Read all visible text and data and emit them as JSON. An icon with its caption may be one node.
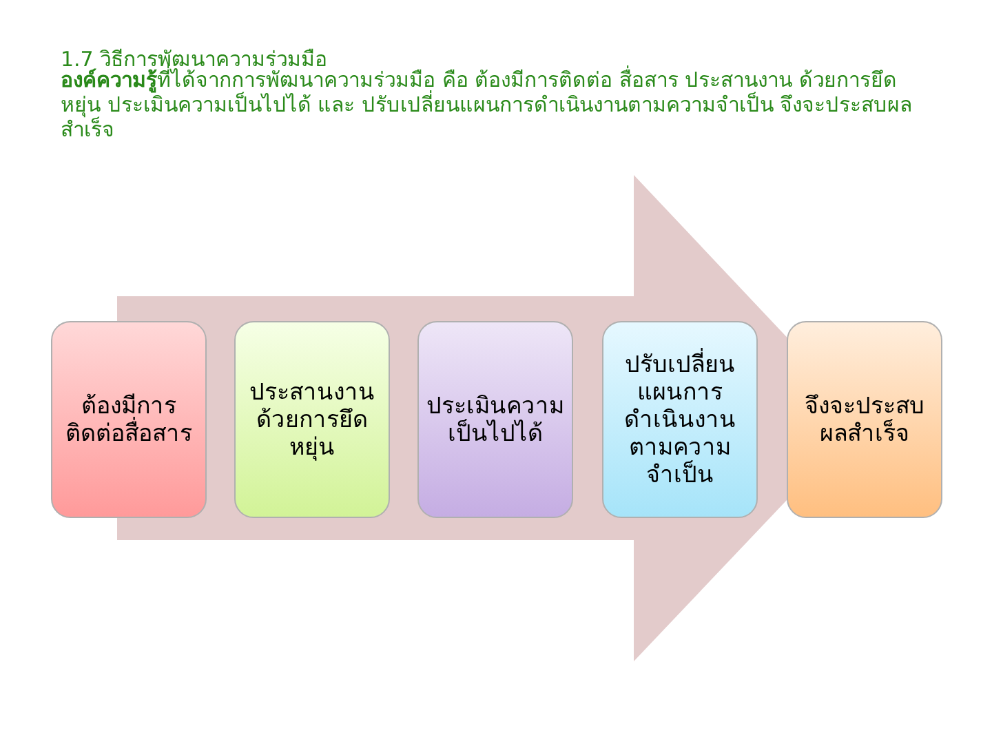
{
  "diagram": {
    "title": "1.7 วิธีการพัฒนาความร่วมมือ",
    "nodes": [
      {
        "text": [
          "ต้องมีการติดต่อสื่อสาร"
        ]
      },
      {
        "text": [
          "ประสานงานด้วยการยึดหยุ่น"
        ]
      },
      {
        "text": [
          "ประเมินความเป็นไปได้"
        ]
      },
      {
        "text": [
          "ปรับเปลี่ยนแผนการดำเนินงานตามความจำเป็น"
        ]
      },
      {
        "text": [
          "จึงจะประสบผลสำเร็จ"
        ]
      }
    ],
    "edges": [
      {
        "from": 0,
        "to": 4,
        "arrow": "to"
      }
    ],
    "labels": [
      "**องค์ความรู้**ที่ได้จากการพัฒนาความร่วมมือ คือ ต้องมีการติดต่อ สื่อสาร ประสานงาน ด้วยการยึดหยุ่น ประเมินความเป็นไปได้ และ ปรับเปลี่ยนแผนการดำเนินงานตามความจำเป็น จึงจะประสบผลสำเร็จ"
    ]
  }
}
